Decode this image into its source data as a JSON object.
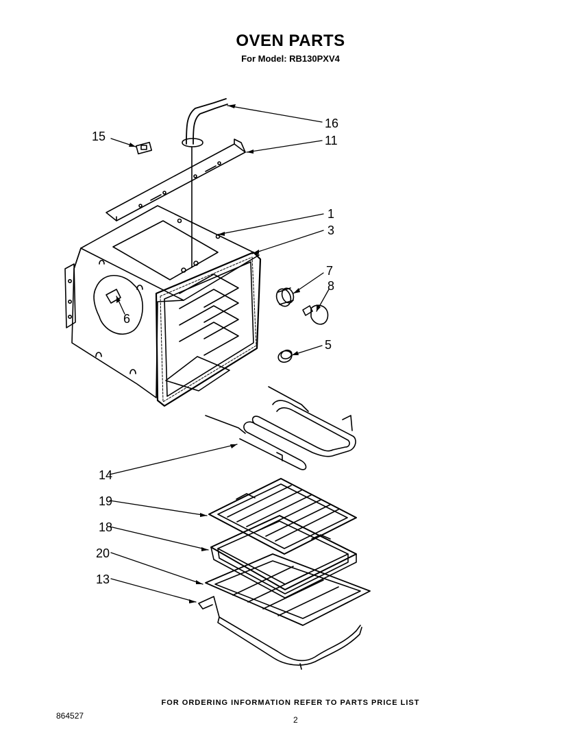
{
  "header": {
    "title": "OVEN PARTS",
    "subtitle": "For Model: RB130PXV4"
  },
  "callouts": [
    {
      "id": "c16",
      "label": "16"
    },
    {
      "id": "c15",
      "label": "15"
    },
    {
      "id": "c11",
      "label": "11"
    },
    {
      "id": "c1",
      "label": "1"
    },
    {
      "id": "c3",
      "label": "3"
    },
    {
      "id": "c7",
      "label": "7"
    },
    {
      "id": "c8",
      "label": "8"
    },
    {
      "id": "c6",
      "label": "6"
    },
    {
      "id": "c5",
      "label": "5"
    },
    {
      "id": "c14",
      "label": "14"
    },
    {
      "id": "c19",
      "label": "19"
    },
    {
      "id": "c18",
      "label": "18"
    },
    {
      "id": "c20",
      "label": "20"
    },
    {
      "id": "c13",
      "label": "13"
    }
  ],
  "footer": {
    "ordering_note": "FOR ORDERING INFORMATION REFER TO PARTS PRICE LIST",
    "doc_id": "864527",
    "page": "2"
  }
}
